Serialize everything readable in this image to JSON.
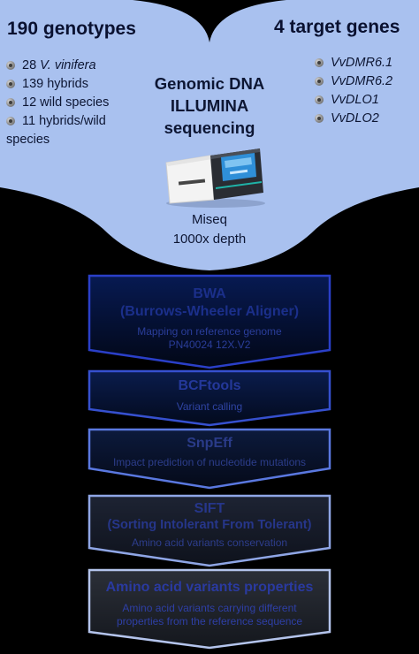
{
  "header": {
    "left_title": "190 genotypes",
    "right_title": "4 target genes"
  },
  "genotypes": [
    {
      "pre": "28 ",
      "em": "V. vinifera",
      "post": ""
    },
    {
      "pre": "139 hybrids",
      "em": "",
      "post": ""
    },
    {
      "pre": "12 wild species",
      "em": "",
      "post": ""
    },
    {
      "pre": "11 hybrids/wild",
      "em": "",
      "post": ""
    },
    {
      "pre": "species",
      "em": "",
      "post": "",
      "continuation": true
    }
  ],
  "genes": [
    "VvDMR6.1",
    "VvDMR6.2",
    "VvDLO1",
    "VvDLO2"
  ],
  "center": {
    "line1": "Genomic DNA",
    "line2": "ILLUMINA",
    "line3": "sequencing",
    "instrument": "Miseq",
    "depth": "1000x depth"
  },
  "steps": [
    {
      "title1": "BWA",
      "title2": "(Burrows-Wheeler Aligner)",
      "desc1": "Mapping on reference genome",
      "desc2": "PN40024 12X.V2"
    },
    {
      "title1": "BCFtools",
      "title2": "",
      "desc1": "Variant calling",
      "desc2": ""
    },
    {
      "title1": "SnpEff",
      "title2": "",
      "desc1": "Impact prediction of nucleotide mutations",
      "desc2": ""
    },
    {
      "title1": "SIFT",
      "title2": "(Sorting Intolerant From Tolerant)",
      "desc1": "Amino acid variants conservation",
      "desc2": ""
    },
    {
      "title1": "Amino acid variants properties",
      "title2": "",
      "desc1": "Amino acid variants carrying different",
      "desc2": "properties from the reference sequence"
    }
  ],
  "colors": {
    "bg": "#000000",
    "top_panel": "#a9c1ef",
    "step_text": "#1b2f8a",
    "step_border": "#2a3fc8"
  }
}
